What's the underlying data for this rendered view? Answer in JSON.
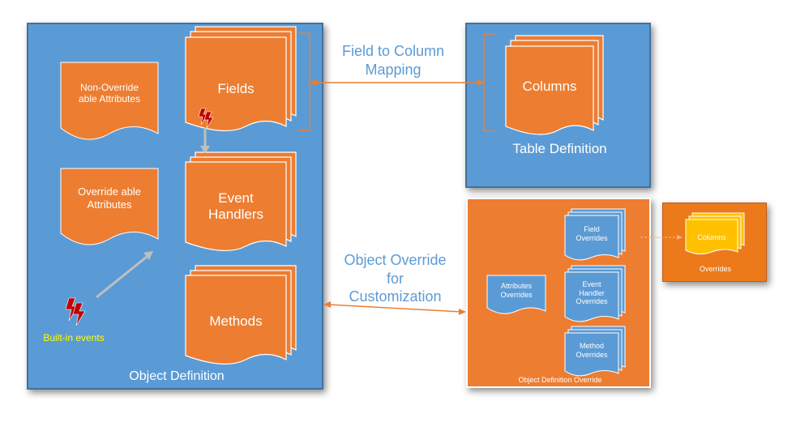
{
  "object_definition": {
    "title": "Object Definition",
    "non_override_attributes": "Non-Override\nable Attributes",
    "override_attributes": "Override able\nAttributes",
    "fields": "Fields",
    "event_handlers": "Event\nHandlers",
    "methods": "Methods",
    "built_in_events": "Built-in events"
  },
  "table_definition": {
    "title": "Table Definition",
    "columns": "Columns"
  },
  "override_panel": {
    "title": "Object Definition Override",
    "attributes_overrides": "Attributes\nOverrides",
    "field_overrides": "Field\nOverrides",
    "event_handler_overrides": "Event\nHandler\nOverrides",
    "method_overrides": "Method\nOverrides"
  },
  "overrides_panel": {
    "title": "Overrides",
    "columns": "Columns"
  },
  "connectors": {
    "field_to_column": "Field to Column\nMapping",
    "object_override": "Object Override\nfor\nCustomization"
  },
  "colors": {
    "blue_panel": "#5b9bd5",
    "orange": "#ed7d31",
    "yellow_text": "#ffff00",
    "lightning": "#c00000",
    "arrow_orange": "#ed7d31",
    "arrow_gray": "#bfbfbf",
    "columns_yellow": "#ffc000"
  }
}
